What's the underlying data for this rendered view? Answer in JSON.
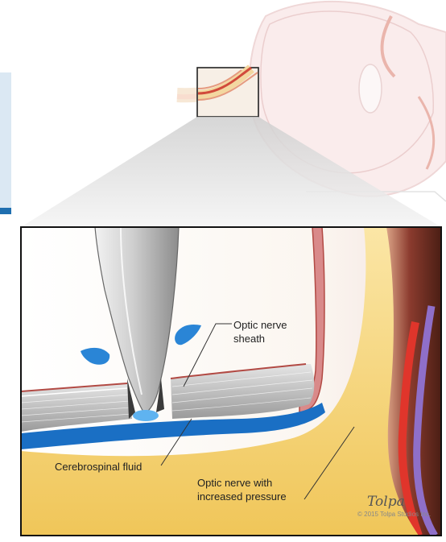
{
  "labels": {
    "sheath_line1": "Optic nerve",
    "sheath_line2": "sheath",
    "csf": "Cerebrospinal fluid",
    "nerve_line1": "Optic nerve with",
    "nerve_line2": "increased pressure"
  },
  "signature": "Tolpa",
  "copyright": "© 2015 Tolpa Studios Inc.",
  "colors": {
    "csf_blue": "#1a6fc4",
    "nerve_yellow": "#f6d887",
    "sheath_red": "#c0403a",
    "accent_blue": "#1f6fb0",
    "frame": "#111111"
  }
}
